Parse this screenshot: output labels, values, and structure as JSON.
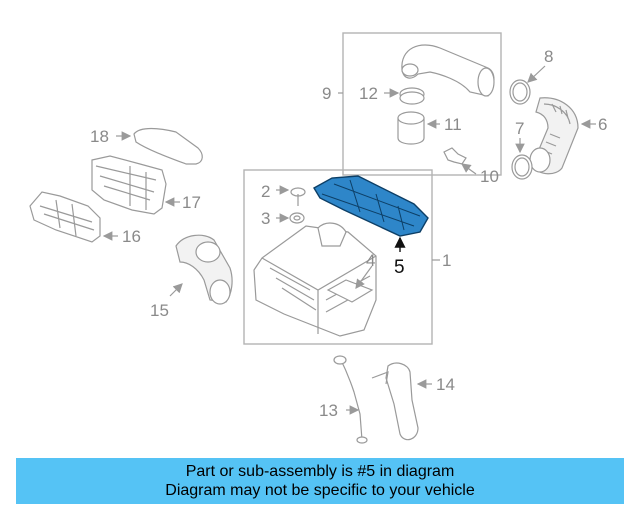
{
  "callouts": {
    "c1": "1",
    "c2": "2",
    "c3": "3",
    "c4": "4",
    "c5": "5",
    "c6": "6",
    "c7": "7",
    "c8": "8",
    "c9": "9",
    "c10": "10",
    "c11": "11",
    "c12": "12",
    "c13": "13",
    "c14": "14",
    "c15": "15",
    "c16": "16",
    "c17": "17",
    "c18": "18"
  },
  "highlight": {
    "part_number": "5",
    "color": "#1a6fb0"
  },
  "banner": {
    "line1": "Part or sub-assembly is #5 in diagram",
    "line2": "Diagram may not be specific to your vehicle",
    "color": "#55c3f5"
  }
}
